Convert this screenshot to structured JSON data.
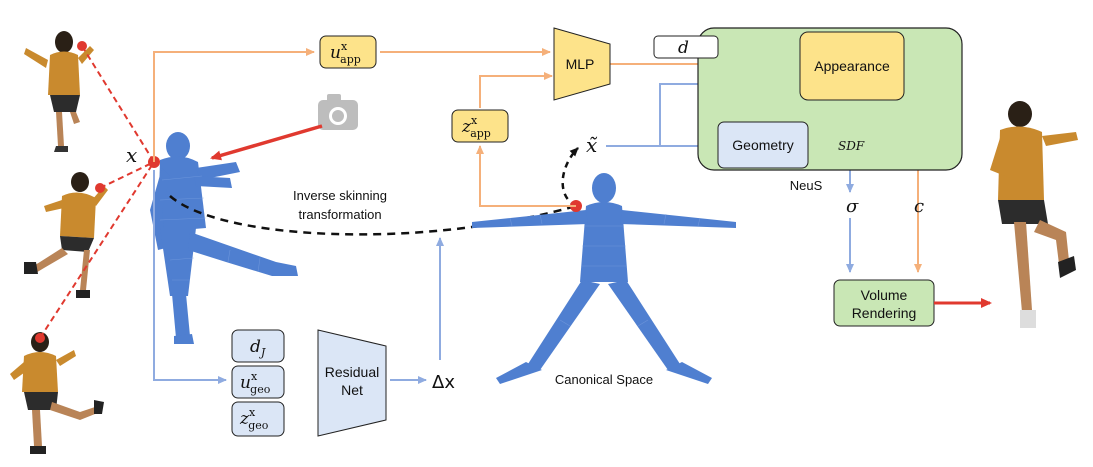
{
  "labels": {
    "x": "x",
    "inverse_skinning_line1": "Inverse skinning",
    "inverse_skinning_line2": "transformation",
    "canonical_space": "Canonical Space",
    "x_tilde": "x̃",
    "delta_x": "Δx",
    "neus": "NeuS",
    "sigma": "σ",
    "c": "c",
    "sdf": "SDF"
  },
  "boxes": {
    "u_app": {
      "main": "u",
      "sup": "x",
      "sub": "app"
    },
    "z_app": {
      "main": "z",
      "sup": "x",
      "sub": "app"
    },
    "mlp": "MLP",
    "d": "d",
    "appearance": "Appearance",
    "geometry": "Geometry",
    "volume_rendering_line1": "Volume",
    "volume_rendering_line2": "Rendering",
    "d_j": {
      "main": "d",
      "sub": "J"
    },
    "u_geo": {
      "main": "u",
      "sup": "x",
      "sub": "geo"
    },
    "z_geo": {
      "main": "z",
      "sup": "x",
      "sub": "geo"
    },
    "residual_net_line1": "Residual",
    "residual_net_line2": "Net"
  },
  "colors": {
    "orange_line": "#f5b07a",
    "blue_line": "#8fabe0",
    "red": "#e0392f",
    "yellow_box": "#fde38a",
    "green_box": "#c9e7b5",
    "blue_box": "#dbe6f6",
    "body_blue": "#4f7fd0"
  }
}
